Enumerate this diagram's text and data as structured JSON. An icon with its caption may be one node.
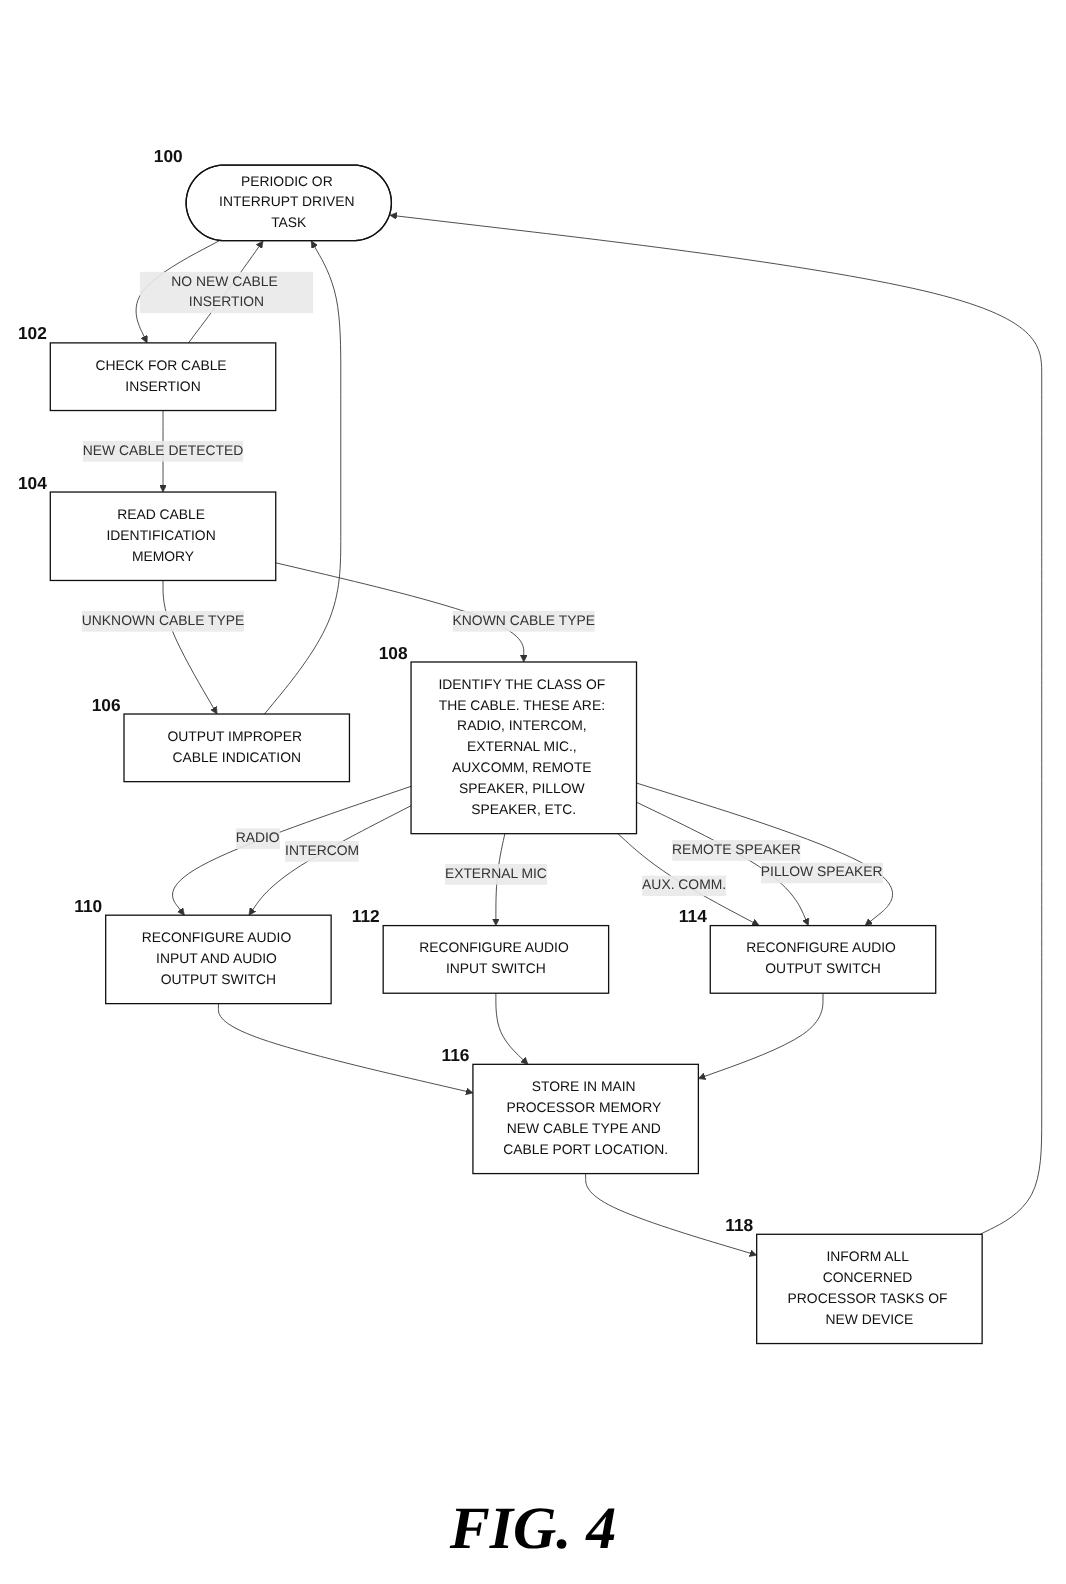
{
  "diagram": {
    "caption": "FIG. 4",
    "nodes": [
      {
        "text": [
          "PERIODIC OR INTERRUPT DRIVEN TASK"
        ],
        "beside": [
          "100"
        ]
      },
      {
        "text": [
          "CHECK FOR CABLE INSERTION"
        ],
        "beside": [
          "102"
        ]
      },
      {
        "text": [
          "READ CABLE IDENTIFICATION MEMORY"
        ],
        "beside": [
          "104"
        ]
      },
      {
        "text": [
          "OUTPUT IMPROPER CABLE INDICATION"
        ],
        "beside": [
          "106"
        ]
      },
      {
        "text": [
          "IDENTIFY THE CLASS OF THE CABLE. THESE ARE: RADIO, INTERCOM, EXTERNAL MIC., AUXCOMM, REMOTE SPEAKER, PILLOW SPEAKER, ETC."
        ],
        "beside": [
          "108"
        ]
      },
      {
        "text": [
          "RECONFIGURE AUDIO INPUT AND AUDIO OUTPUT SWITCH"
        ],
        "beside": [
          "110"
        ]
      },
      {
        "text": [
          "RECONFIGURE AUDIO INPUT SWITCH"
        ],
        "beside": [
          "112"
        ]
      },
      {
        "text": [
          "RECONFIGURE AUDIO OUTPUT SWITCH"
        ],
        "beside": [
          "114"
        ]
      },
      {
        "text": [
          "STORE IN MAIN PROCESSOR MEMORY NEW CABLE TYPE AND CABLE PORT LOCATION."
        ],
        "beside": [
          "116"
        ]
      },
      {
        "text": [
          "INFORM ALL CONCERNED PROCESSOR TASKS OF NEW DEVICE"
        ],
        "beside": [
          "118"
        ]
      }
    ],
    "edges": [
      {
        "from": 0,
        "to": 1,
        "arrow": "to"
      },
      {
        "from": 1,
        "to": 0,
        "label": "NO NEW CABLE INSERTION",
        "arrow": "to"
      },
      {
        "from": 1,
        "to": 2,
        "label": "NEW CABLE DETECTED",
        "arrow": "to"
      },
      {
        "from": 2,
        "to": 3,
        "label": "UNKNOWN CABLE TYPE",
        "arrow": "to"
      },
      {
        "from": 3,
        "to": 0,
        "arrow": "to"
      },
      {
        "from": 2,
        "to": 4,
        "label": "KNOWN CABLE TYPE",
        "arrow": "to"
      },
      {
        "from": 4,
        "to": 5,
        "label": "RADIO",
        "arrow": "to"
      },
      {
        "from": 4,
        "to": 5,
        "label": "INTERCOM",
        "arrow": "to"
      },
      {
        "from": 4,
        "to": 6,
        "label": "EXTERNAL MIC",
        "arrow": "to"
      },
      {
        "from": 4,
        "to": 7,
        "label": "AUX. COMM.",
        "arrow": "to"
      },
      {
        "from": 4,
        "to": 7,
        "label": "REMOTE SPEAKER",
        "arrow": "to"
      },
      {
        "from": 4,
        "to": 7,
        "label": "PILLOW SPEAKER",
        "arrow": "to"
      },
      {
        "from": 5,
        "to": 8,
        "arrow": "to"
      },
      {
        "from": 6,
        "to": 8,
        "arrow": "to"
      },
      {
        "from": 7,
        "to": 8,
        "arrow": "to"
      },
      {
        "from": 8,
        "to": 9,
        "arrow": "to"
      },
      {
        "from": 9,
        "to": 0,
        "arrow": "to"
      }
    ]
  }
}
